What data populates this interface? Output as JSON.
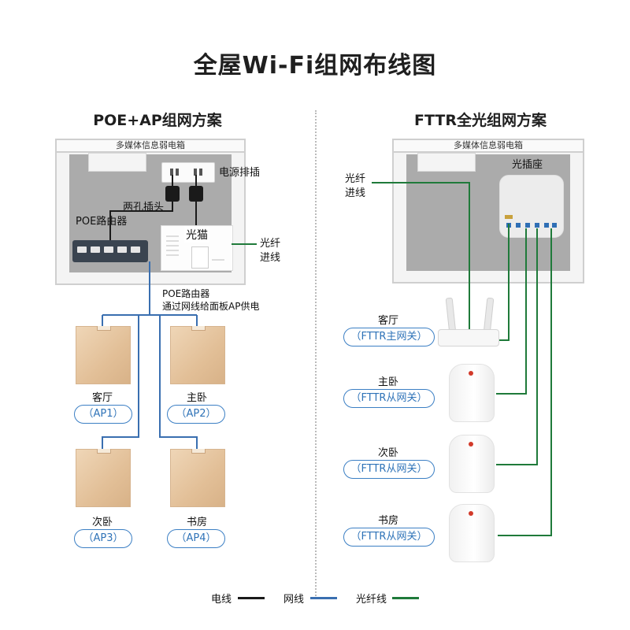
{
  "title": "全屋Wi-Fi组网布线图",
  "left": {
    "heading": "POE+AP组网方案",
    "box_label": "多媒体信息弱电箱",
    "power_strip": "电源排插",
    "plug": "两孔插头",
    "poe_router": "POE路由器",
    "modem": "光猫",
    "fiber_in": [
      "光纤",
      "进线"
    ],
    "poe_note": [
      "POE路由器",
      "通过网线给面板AP供电"
    ],
    "rooms": [
      {
        "room": "客厅",
        "ap": "（AP1）"
      },
      {
        "room": "主卧",
        "ap": "（AP2）"
      },
      {
        "room": "次卧",
        "ap": "（AP3）"
      },
      {
        "room": "书房",
        "ap": "（AP4）"
      }
    ]
  },
  "right": {
    "heading": "FTTR全光组网方案",
    "box_label": "多媒体信息弱电箱",
    "optical_socket": "光插座",
    "fiber_in": [
      "光纤",
      "进线"
    ],
    "rooms": [
      {
        "room": "客厅",
        "gw": "（FTTR主网关）"
      },
      {
        "room": "主卧",
        "gw": "（FTTR从网关）"
      },
      {
        "room": "次卧",
        "gw": "（FTTR从网关）"
      },
      {
        "room": "书房",
        "gw": "（FTTR从网关）"
      }
    ]
  },
  "legend": [
    {
      "label": "电线",
      "color": "#1a1a1a"
    },
    {
      "label": "网线",
      "color": "#3a6fb0"
    },
    {
      "label": "光纤线",
      "color": "#1f7a3a"
    }
  ],
  "colors": {
    "power": "#1a1a1a",
    "network": "#3a6fb0",
    "fiber": "#1f7a3a"
  }
}
